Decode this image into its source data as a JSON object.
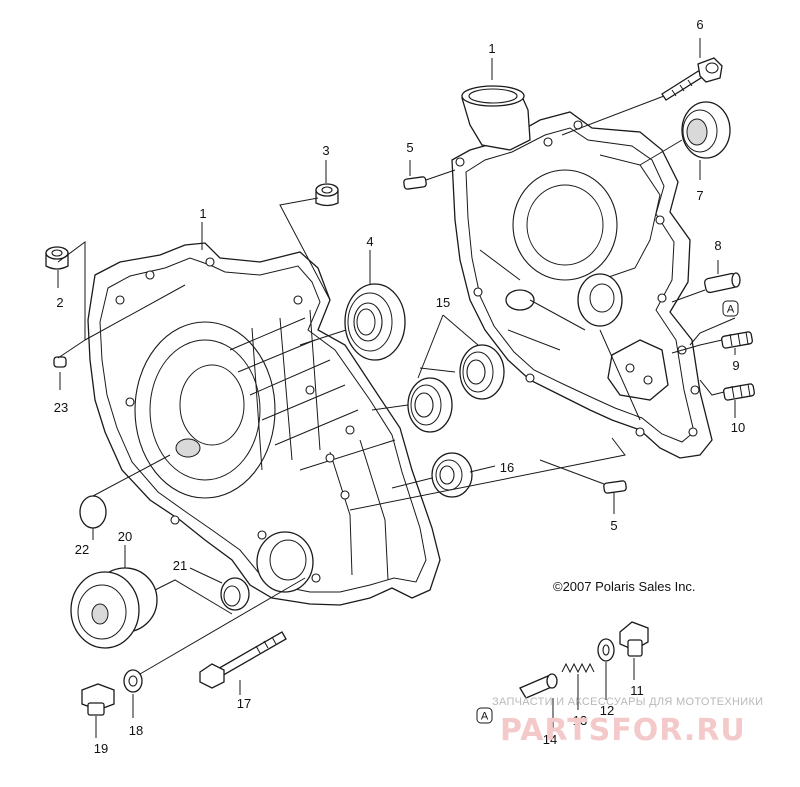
{
  "callouts": [
    {
      "id": "c1a",
      "label": "1"
    },
    {
      "id": "c1b",
      "label": "1"
    },
    {
      "id": "c2",
      "label": "2"
    },
    {
      "id": "c3",
      "label": "3"
    },
    {
      "id": "c4",
      "label": "4"
    },
    {
      "id": "c5a",
      "label": "5"
    },
    {
      "id": "c5b",
      "label": "5"
    },
    {
      "id": "c6",
      "label": "6"
    },
    {
      "id": "c7",
      "label": "7"
    },
    {
      "id": "c8",
      "label": "8"
    },
    {
      "id": "c9",
      "label": "9"
    },
    {
      "id": "c10",
      "label": "10"
    },
    {
      "id": "c11",
      "label": "11"
    },
    {
      "id": "c12",
      "label": "12"
    },
    {
      "id": "c13",
      "label": "13"
    },
    {
      "id": "c14",
      "label": "14"
    },
    {
      "id": "c15",
      "label": "15"
    },
    {
      "id": "c16",
      "label": "16"
    },
    {
      "id": "c17",
      "label": "17"
    },
    {
      "id": "c18",
      "label": "18"
    },
    {
      "id": "c19",
      "label": "19"
    },
    {
      "id": "c20",
      "label": "20"
    },
    {
      "id": "c21",
      "label": "21"
    },
    {
      "id": "c22",
      "label": "22"
    },
    {
      "id": "c23",
      "label": "23"
    }
  ],
  "reference_marker": "A",
  "copyright": "©2007 Polaris Sales Inc.",
  "watermark": {
    "tagline": "ЗАПЧАСТИ И АКСЕССУАРЫ ДЛЯ МОТОТЕХНИКИ",
    "brand": "PARTSFOR.RU"
  }
}
